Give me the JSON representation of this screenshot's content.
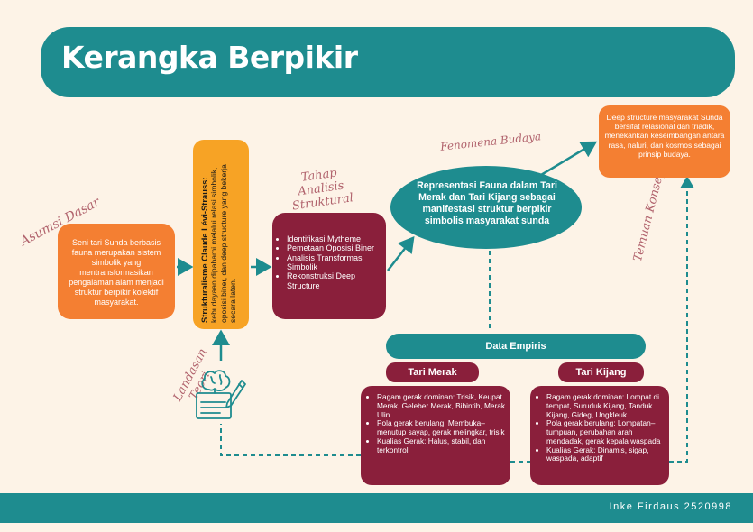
{
  "title": "Kerangka Berpikir",
  "labels": {
    "asumsi": "Asumsi Dasar",
    "tahap": "Tahap Analisis Struktural",
    "fenomena": "Fenomena Budaya",
    "landasan": "Landasan Teori",
    "temuan": "Temuan Konseptual"
  },
  "asumsi_box": "Seni tari Sunda berbasis fauna merupakan sistem simbolik yang mentransformasikan pengalaman alam menjadi struktur berpikir kolektif masyarakat.",
  "teori": {
    "title": "Strukturalisme Claude Lévi-Strauss:",
    "body": "kebudayaan dipahami melalui relasi simbolik, oposisi biner, dan deep structure yang bekerja secara laten."
  },
  "tahap_items": [
    "Identifikasi Mytheme",
    "Pemetaan Oposisi Biner",
    "Analisis Transformasi Simbolik",
    "Rekonstruksi Deep Structure"
  ],
  "fenomena_box": "Representasi Fauna dalam Tari Merak dan Tari Kijang sebagai manifestasi struktur berpikir simbolis masyarakat sunda",
  "temuan_box": "Deep structure masyarakat Sunda bersifat relasional dan triadik, menekankan keseimbangan antara rasa, naluri, dan kosmos sebagai prinsip budaya.",
  "data_empiris": {
    "header": "Data Empiris",
    "merak": {
      "title": "Tari Merak",
      "items": [
        "Ragam gerak dominan: Trisik, Keupat Merak, Geleber Merak, Bibintih, Merak Ulin",
        "Pola gerak berulang: Membuka–menutup sayap, gerak melingkar, trisik",
        "Kualias Gerak: Halus, stabil, dan terkontrol"
      ]
    },
    "kijang": {
      "title": "Tari Kijang",
      "items": [
        "Ragam gerak dominan: Lompat di tempat, Suruduk Kijang, Tanduk Kijang, Gideg, Ungkleuk",
        "Pola gerak berulang: Lompatan–tumpuan, perubahan arah mendadak, gerak kepala waspada",
        "Kualias Gerak: Dinamis, sigap, waspada, adaptif"
      ]
    }
  },
  "footer": {
    "author": "Inke Firdaus 2520998"
  },
  "colors": {
    "teal": "#1e8c8f",
    "orange": "#f47f32",
    "amber": "#f7a325",
    "maroon": "#8a1f3b",
    "background": "#fdf3e7",
    "script": "#b1636d"
  },
  "icons": [
    "brain-writing-icon"
  ]
}
